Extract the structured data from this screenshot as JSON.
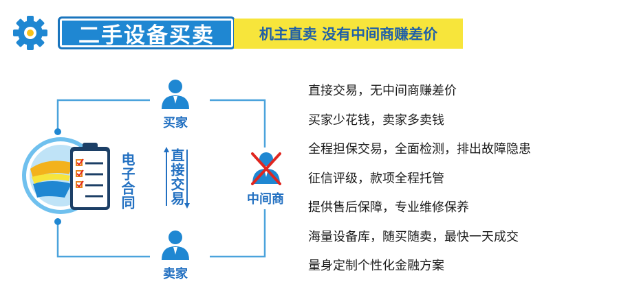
{
  "header": {
    "title": "二手设备买卖",
    "slogan": "机主直卖 没有中间商赚差价"
  },
  "diagram": {
    "buyer": "买家",
    "seller": "卖家",
    "middleman": "中间商",
    "contract": "电子合同",
    "direct": "直接交易"
  },
  "features": [
    "直接交易，无中间商赚差价",
    "买家少花钱，卖家多卖钱",
    "全程担保交易，全面检测，排出故障隐患",
    "征信评级，款项全程托管",
    "提供售后保障，专业维修保养",
    "海量设备库，随买随卖，最快一天成交",
    "量身定制个性化金融方案"
  ],
  "colors": {
    "primary_blue": "#1f87d2",
    "accent_yellow": "#f7e53b",
    "line_blue": "#4ba3dc",
    "cross_red": "#e0261f"
  }
}
